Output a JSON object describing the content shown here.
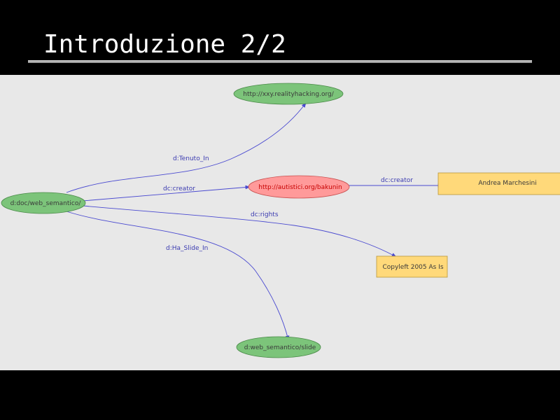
{
  "slide": {
    "title": "Introduzione 2/2"
  },
  "colors": {
    "resource_node": "#7cc47a",
    "highlight_node": "#ff9a9a",
    "literal_node": "#ffd97a",
    "edge": "#4a4ad0"
  },
  "nodes": {
    "doc": "d:doc/web_semantico/",
    "reality": "http://xxy.realityhacking.org/",
    "bakunin": "http://autistici.org/bakunin",
    "marchesini": "Andrea Marchesini",
    "copyleft": "Copyleft 2005 As Is",
    "slide": "d:web_semantico/slide"
  },
  "edges": {
    "tenuto_in": "d:Tenuto_In",
    "creator_doc": "dc:creator",
    "rights": "dc:rights",
    "ha_slide_in": "d:Ha_Slide_In",
    "creator_bakunin": "dc:creator"
  }
}
